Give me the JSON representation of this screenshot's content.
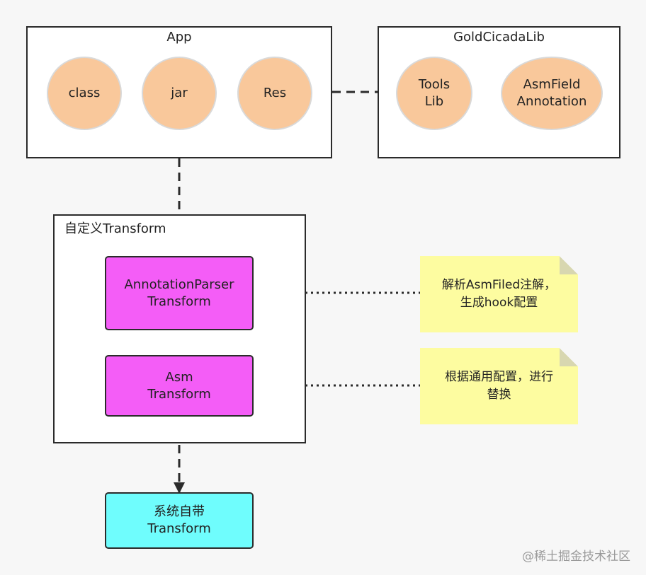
{
  "app_group": {
    "title": "App",
    "nodes": [
      "class",
      "jar",
      "Res"
    ]
  },
  "lib_group": {
    "title": "GoldCicadaLib",
    "tools_lib": "Tools\nLib",
    "asmfield_annotation": "AsmField\nAnnotation"
  },
  "transform_group": {
    "title": "自定义Transform",
    "annotation_parser": "AnnotationParser\nTransform",
    "asm_transform": "Asm\nTransform"
  },
  "system_transform": "系统自带\nTransform",
  "notes": {
    "parse_note": "解析AsmFiled注解，\n生成hook配置",
    "replace_note": "根据通用配置，进行\n替换"
  },
  "watermark": "@稀土掘金技术社区",
  "colors": {
    "circle_fill": "#f9c89b",
    "transform_fill": "#f45df7",
    "system_fill": "#6ffdfd",
    "note_fill": "#fdfca0"
  }
}
